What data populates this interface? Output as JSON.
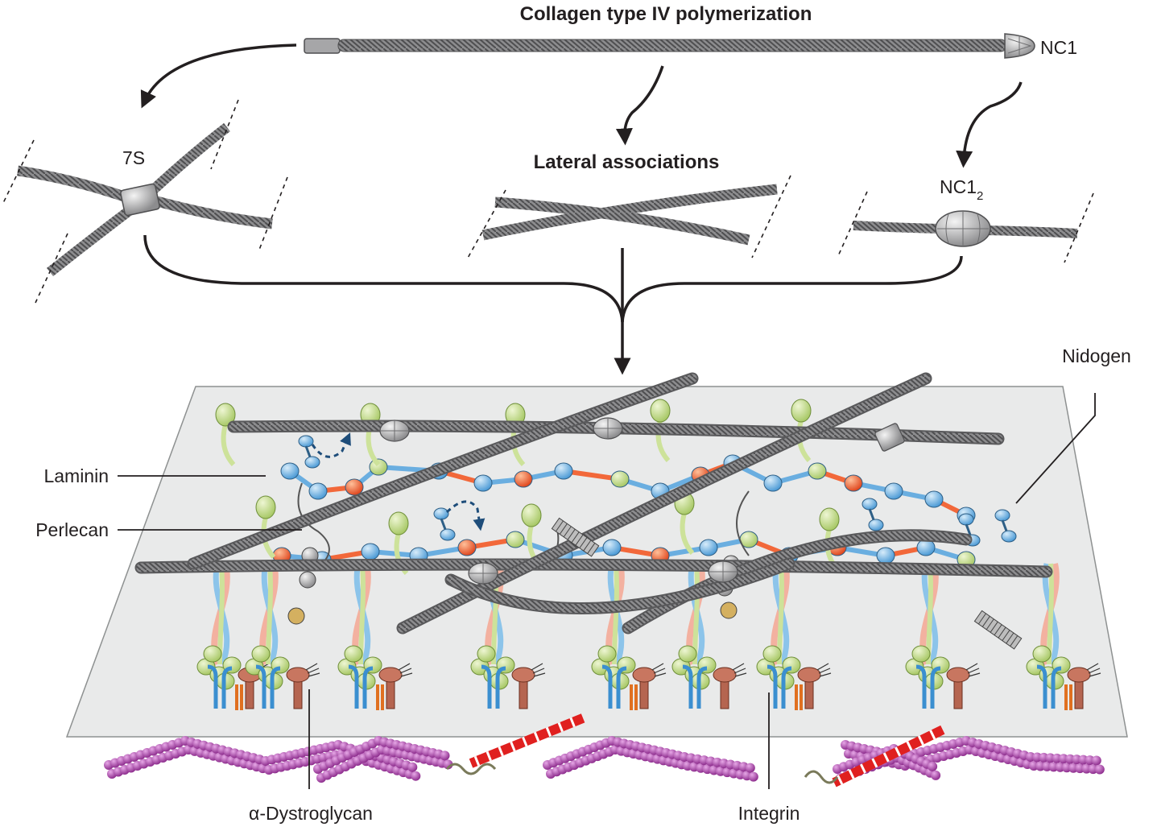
{
  "title": "Collagen type IV polymerization",
  "labels": {
    "nc1": "NC1",
    "seven_s": "7S",
    "lateral": "Lateral associations",
    "nc1_dimer_base": "NC1",
    "nc1_dimer_sub": "2",
    "nidogen": "Nidogen",
    "laminin": "Laminin",
    "perlecan": "Perlecan",
    "dystroglycan": "α-Dystroglycan",
    "integrin": "Integrin"
  },
  "colors": {
    "collagen": "#8a8a8c",
    "collagen_dark": "#58585a",
    "sheet": "#e9eaea",
    "laminin_green": "#cde29a",
    "laminin_blue": "#8cc4ea",
    "laminin_orange": "#f2683a",
    "integrin_blue": "#3b8fd0",
    "dystroglycan_brown": "#b56550",
    "actin_purple": "#a64ca6",
    "spectrin_red": "#e0201f"
  }
}
